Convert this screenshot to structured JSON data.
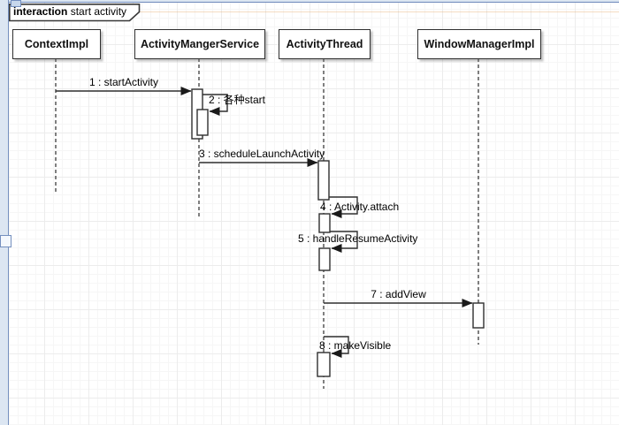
{
  "frame": {
    "keyword": "interaction",
    "title": "start activity"
  },
  "lifelines": [
    {
      "name": "ContextImpl"
    },
    {
      "name": "ActivityMangerService"
    },
    {
      "name": "ActivityThread"
    },
    {
      "name": "WindowManagerImpl"
    }
  ],
  "messages": [
    {
      "label": "1 : startActivity",
      "from": "ContextImpl",
      "to": "ActivityMangerService",
      "kind": "sync"
    },
    {
      "label": "2 : 各种start",
      "from": "ActivityMangerService",
      "to": "ActivityMangerService",
      "kind": "self"
    },
    {
      "label": "3 : scheduleLaunchActivity",
      "from": "ActivityMangerService",
      "to": "ActivityThread",
      "kind": "sync"
    },
    {
      "label": "4 : Activity.attach",
      "from": "ActivityThread",
      "to": "ActivityThread",
      "kind": "self"
    },
    {
      "label": "5 : handleResumeActivity",
      "from": "ActivityThread",
      "to": "ActivityThread",
      "kind": "self"
    },
    {
      "label": "7 : addView",
      "from": "ActivityThread",
      "to": "WindowManagerImpl",
      "kind": "sync"
    },
    {
      "label": "8 : makeVisible",
      "from": "ActivityThread",
      "to": "ActivityThread",
      "kind": "self"
    }
  ],
  "colors": {
    "stroke": "#2f2f2f",
    "arrow_fill": "#1a1a1a",
    "selection_blue": "#6d89bb",
    "page_strip": "#dce6f2",
    "grid_minor": "#f6f6f6",
    "grid_major": "#ececec"
  }
}
